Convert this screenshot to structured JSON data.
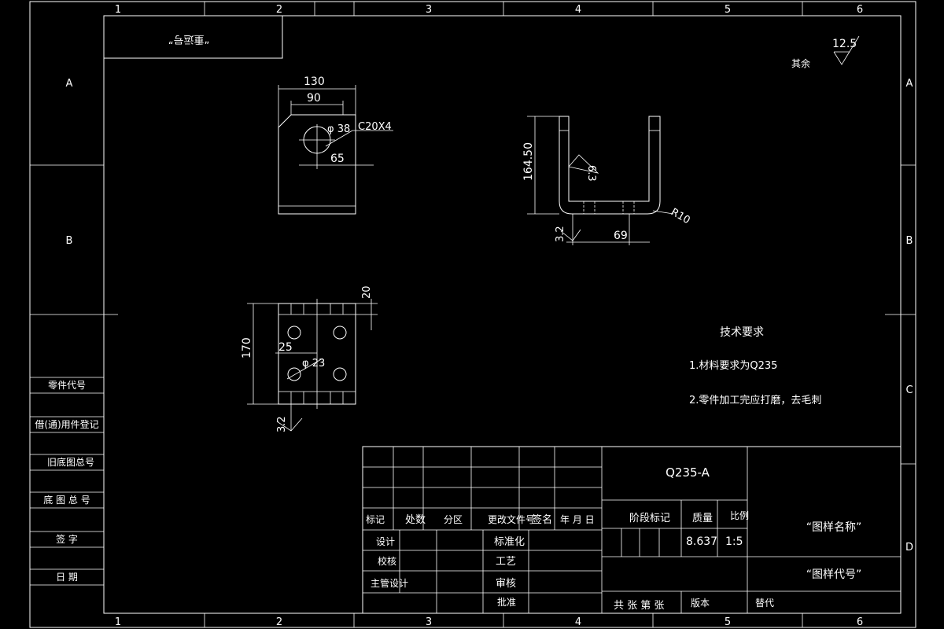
{
  "frame": {
    "col_labels": [
      "1",
      "2",
      "3",
      "4",
      "5",
      "6"
    ],
    "row_labels": [
      "A",
      "B",
      "C",
      "D"
    ]
  },
  "corner_label": "“重运号”",
  "roughness": {
    "value": "12.5",
    "note": "其余"
  },
  "view_top": {
    "dims": {
      "w130": "130",
      "w90": "90",
      "hole": "φ 38",
      "chamfer": "C20X4",
      "d65": "65"
    }
  },
  "view_front": {
    "dims": {
      "h164": "164.50",
      "rough1": "6.3",
      "r10": "R10",
      "rough2": "3.2",
      "d69": "69"
    }
  },
  "view_bottom": {
    "dims": {
      "d20": "20",
      "h170": "170",
      "d25": "25",
      "hole": "φ 23",
      "rough": "3.2"
    }
  },
  "tech_req": {
    "title": "技术要求",
    "items": [
      "1.材料要求为Q235",
      "2.零件加工完应打磨，去毛刺"
    ]
  },
  "left_column": [
    "零件代号",
    "借(通)用件登记",
    "旧底图总号",
    "底 图 总 号",
    "签    字",
    "日    期"
  ],
  "title_block": {
    "material": "Q235-A",
    "headers": [
      "标记",
      "处数",
      "分区",
      "更改文件号",
      "签名",
      "年 月 日"
    ],
    "roles": [
      "设计",
      "校核",
      "主管设计"
    ],
    "roles2": [
      "标准化",
      "工艺",
      "审核",
      "批准"
    ],
    "stage": "阶段标记",
    "mass_label": "质量",
    "scale_label": "比例",
    "mass": "8.637",
    "scale": "1:5",
    "sheets": "共  张   第  张",
    "version": "版本",
    "replace": "替代",
    "drawing_name": "“图样名称”",
    "drawing_code": "“图样代号”"
  }
}
